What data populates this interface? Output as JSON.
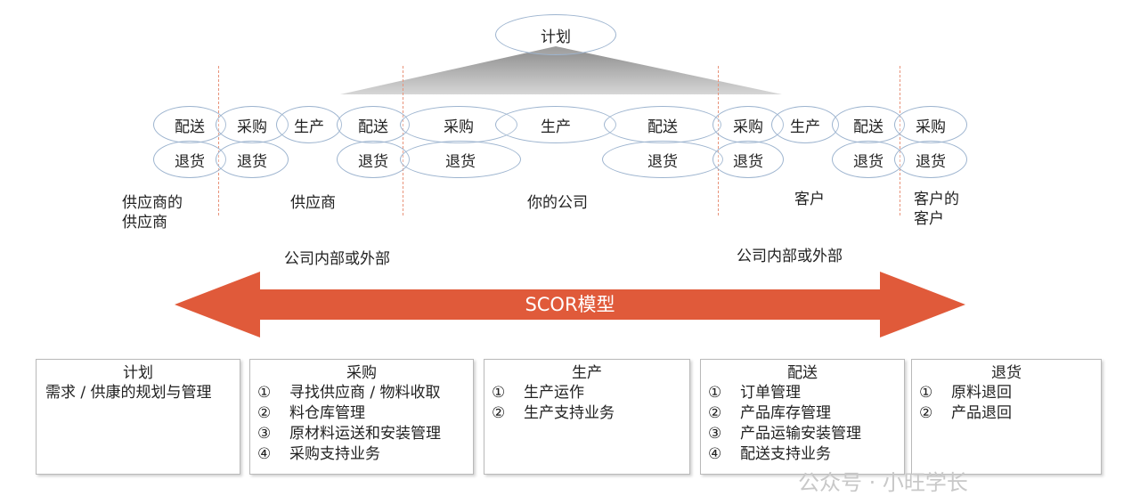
{
  "top": {
    "plan": "计划"
  },
  "ellipses": {
    "e1": "配送",
    "e2": "退货",
    "e3": "采购",
    "e4": "退货",
    "e5": "生产",
    "e6": "配送",
    "e7": "退货",
    "e8": "采购",
    "e9": "退货",
    "e10": "生产",
    "e11": "配送",
    "e12": "退货",
    "e13": "采购",
    "e14": "退货",
    "e15": "生产",
    "e16": "配送",
    "e17": "退货",
    "e18": "采购",
    "e19": "退货"
  },
  "entities": {
    "supplier_of_supplier_1": "供应商的",
    "supplier_of_supplier_2": "供应商",
    "supplier": "供应商",
    "your_company": "你的公司",
    "customer": "客户",
    "customer_of_customer_1": "客户的",
    "customer_of_customer_2": "客户"
  },
  "scope": {
    "left": "公司内部或外部",
    "right": "公司内部或外部"
  },
  "arrow": {
    "label": "SCOR模型",
    "color": "#e05a3a"
  },
  "boxes": [
    {
      "title": "计划",
      "lines": [
        {
          "num": "",
          "text": "需求 / 供康的规划与管理"
        }
      ]
    },
    {
      "title": "采购",
      "lines": [
        {
          "num": "①",
          "text": "寻找供应商 / 物料收取"
        },
        {
          "num": "②",
          "text": "料仓库管理"
        },
        {
          "num": "③",
          "text": "原材料运送和安装管理"
        },
        {
          "num": "④",
          "text": "采购支持业务"
        }
      ]
    },
    {
      "title": "生产",
      "lines": [
        {
          "num": "①",
          "text": "生产运作"
        },
        {
          "num": "②",
          "text": "生产支持业务"
        }
      ]
    },
    {
      "title": "配送",
      "lines": [
        {
          "num": "①",
          "text": "订单管理"
        },
        {
          "num": "②",
          "text": "产品库存管理"
        },
        {
          "num": "③",
          "text": "产品运输安装管理"
        },
        {
          "num": "④",
          "text": "配送支持业务"
        }
      ]
    },
    {
      "title": "退货",
      "lines": [
        {
          "num": "①",
          "text": "原料退回"
        },
        {
          "num": "②",
          "text": "产品退回"
        }
      ]
    }
  ],
  "watermark": "公众号 · 小旺学长"
}
